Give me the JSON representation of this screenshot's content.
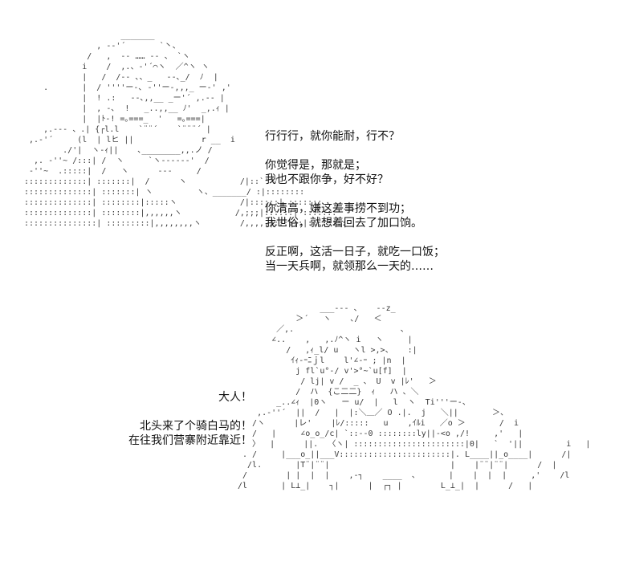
{
  "top_dialogue": [
    "行行行，就你能耐，行不？",
    "",
    "你觉得是，那就是；",
    "我也不跟你争，好不好？",
    "",
    "你清高，嫌这差事捞不到功；",
    "我世俗，就想着回去了加口饷。",
    "",
    "反正啊，这活一日子，就吃一口饭；",
    "当一天兵啊，就领那么一天的……"
  ],
  "bottom_dialogue": [
    "大人！",
    "",
    "北头来了个骑白马的！",
    "在往我们营寨附近靠近！"
  ],
  "art_top": [
    "                    _______",
    "               , -‐'´       `丶、",
    "             /   ,  -‐ …… ‐- 、 `ヽ",
    "            i    /  ,.、‐'´⌒ヽ  ／^ヽ ヽ",
    "            |   /  /-‐ ､、_   ‐-､_/  ﾉ  |",
    "    .       |  / ''''ー-､ ‐''ー-,,,_ ー‐' ,'",
    "            |  ! .:   ‐-､,,__ _ー'´ ,.-‐ |",
    "            |  , -､  !   _..,,__ ﾉ'  _,.ｨ |",
    "            |  |ﾄ-! =｡===_  '   =｡===|",
    "    ,.-‐- 、.| {┌l.l    `¨¨´    `¨¨¨´ |",
    " ,.-'´     (l  | lヒ ||              r __  i",
    "        ./'|  ヽ-ｨ||    ､________,,.ノ /",
    "  ,. ‐''~ /:::| /  ヽ     `ヽ-----‐'  /",
    " ‐''~  .:::::|  /   ヽ      ‐‐‐     /",
    ":::::::::::::| :::::::|  /      ヽ           /|::`'''-",
    "::::::::::::::| :::::::| ヽ         ヽ、_______/ :|::::::::",
    "::::::::::::::| ::::::::|:::::ヽ             /|::::::| :::::::",
    "::::::::::::::| ::::::::|,,,,,,ヽ           /,;;;|::::::| :::::::",
    ":::::::::::::::| :::::::::|,,,,,,,,ヽ        /,,,,,|::::::|::::::::"
  ],
  "art_bottom": [
    "                 ___--- 、   ‐-z_",
    "            ＞´   ヽ    ､/   ＜",
    "        ／,.                      、",
    "       ∠..    ,   ,.ﾉ^ヽ i   ヽ     |",
    "          /   ,ｨ_l/ u   ヽl >,>、   :|",
    "           ｲｨ-ｰﾆｊl    l'∠-ｰ ; |n  |",
    "            j fl`u°-/ v'>°~`u[f]  |",
    "             / lj| v /  _ 、 U  v |ﾚ'   ＞",
    "            /  ハ  {こ二二}  ｨ   ハ 、＼",
    "        _..∠ｨ  |0ヽ   ー u/  |   l  ヽ  Ti'''ー-、",
    "    ,.‐''´  ||  /   |  |:＼＿／ O .|.  j   ＼||       ＞、",
    "   /ヽ      |レ'    |ﾚ/:::::   u    ,ｲﾙi   ／o ＞       /  i",
    "   /   |     ∠o_o_/c| `::‐‐0 ::::::::ly||-<o ,/!     ,'   |",
    "   〉  |      ||.  〈ヽ| :::::::::::::::::::::::|0|   `  '||         i   |",
    " . /     |___o_||___V:::::::::::::::::::::::|. L____||_o____|      /|",
    "  /l.       |T¨|¨¨|                         |    |¨¨|¨¨|      /  |",
    " /        | |  |  |    ,‐┐    ____  、      |    |  |  |     ,'    /l",
    "/l       | L⊥_|    ┐|      |  ┌┐ |        L_⊥_|  |      /   |"
  ]
}
